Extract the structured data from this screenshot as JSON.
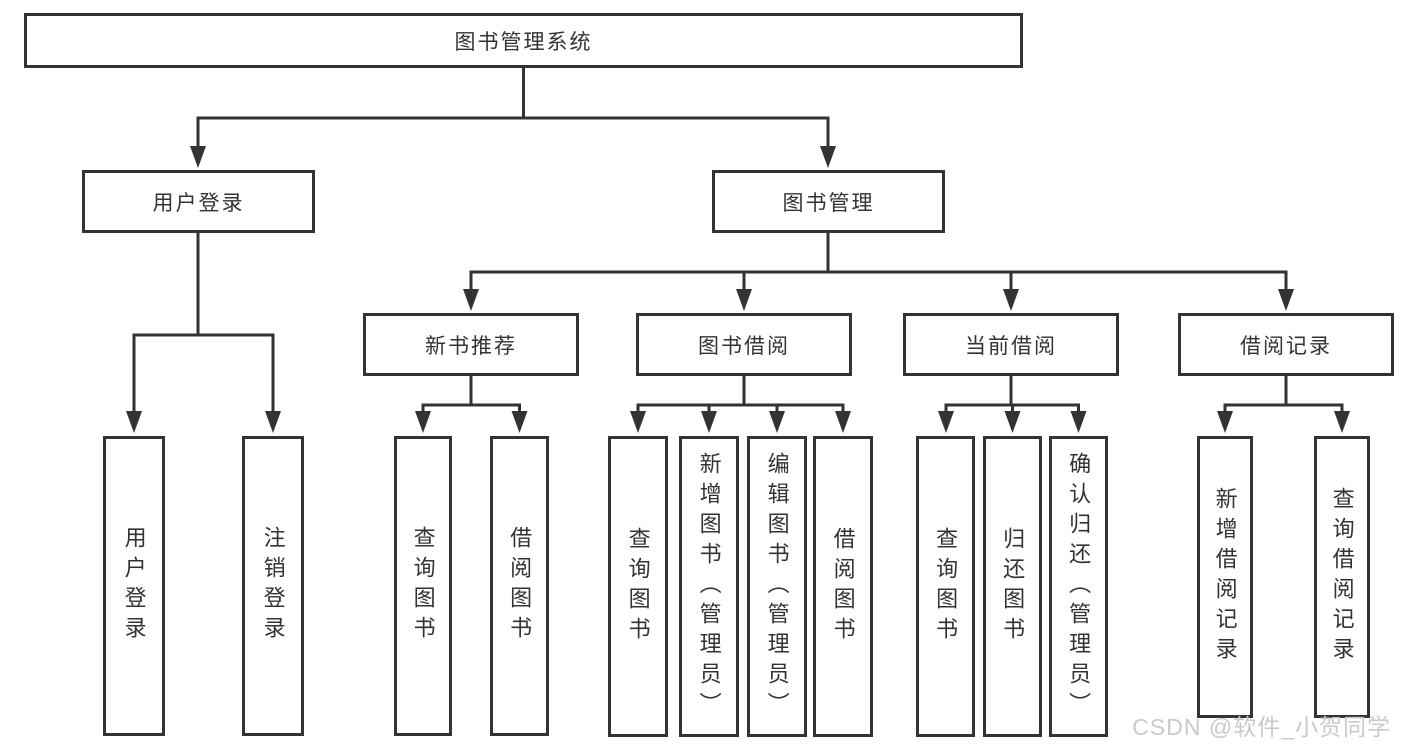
{
  "root": {
    "label": "图书管理系统"
  },
  "user_login": {
    "label": "用户登录",
    "children": [
      "用户登录",
      "注销登录"
    ]
  },
  "book_management": {
    "label": "图书管理",
    "sections": [
      {
        "label": "新书推荐",
        "children": [
          "查询图书",
          "借阅图书"
        ]
      },
      {
        "label": "图书借阅",
        "children": [
          "查询图书",
          "新增图书（管理员）",
          "编辑图书（管理员）",
          "借阅图书"
        ]
      },
      {
        "label": "当前借阅",
        "children": [
          "查询图书",
          "归还图书",
          "确认归还（管理员）"
        ]
      },
      {
        "label": "借阅记录",
        "children": [
          "新增借阅记录",
          "查询借阅记录"
        ]
      }
    ]
  },
  "watermark": "CSDN @软件_小贺同学",
  "colors": {
    "line": "#333333",
    "text": "#333333",
    "watermark": "#c9c9c9"
  }
}
